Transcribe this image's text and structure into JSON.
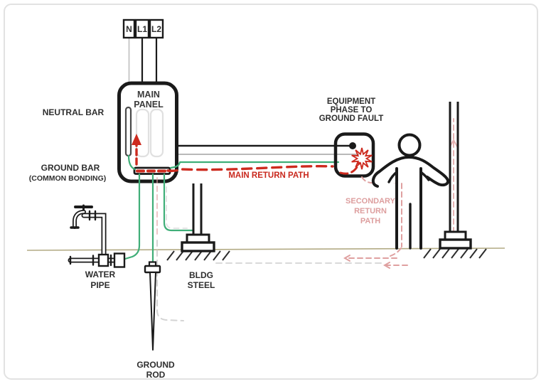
{
  "colors": {
    "outline": "#1a1a1a",
    "ground_wire_green": "#3fae78",
    "main_return_red": "#cd2a1e",
    "secondary_return_pink": "#dfa0a0",
    "neutral_gray": "#b9b9b9",
    "earth_line": "#b3ab85",
    "underground_dash_gray": "#c9c9c9",
    "breaker_slot_gray": "#e0e0e0"
  },
  "supply": {
    "terminals": [
      "N",
      "L1",
      "L2"
    ]
  },
  "panel": {
    "title": [
      "MAIN",
      "PANEL"
    ]
  },
  "labels": {
    "neutral_bar": "NEUTRAL BAR",
    "ground_bar": [
      "GROUND BAR",
      "(COMMON BONDING)"
    ],
    "equipment_fault": [
      "EQUIPMENT",
      "PHASE TO",
      "GROUND FAULT"
    ],
    "main_return_path": "MAIN RETURN PATH",
    "secondary_return_path": [
      "SECONDARY",
      "RETURN",
      "PATH"
    ],
    "water_pipe": [
      "WATER",
      "PIPE"
    ],
    "bldg_steel": [
      "BLDG",
      "STEEL"
    ],
    "ground_rod": [
      "GROUND",
      "ROD"
    ]
  }
}
